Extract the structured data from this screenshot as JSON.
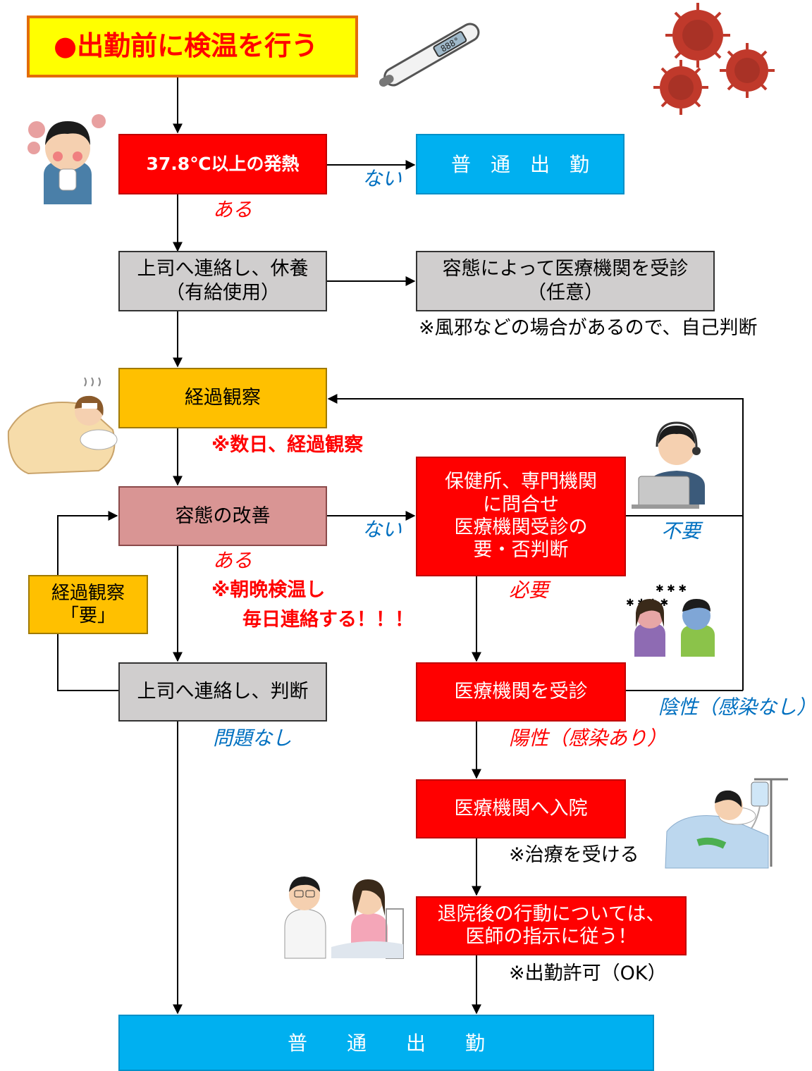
{
  "colors": {
    "red": "#ff0000",
    "gray": "#d0cece",
    "blue": "#00b0f0",
    "orange": "#ffc000",
    "pink": "#d99594",
    "yellow": "#ffff00",
    "label_blue": "#0070c0"
  },
  "title": "●出勤前に検温を行う",
  "nodes": {
    "fever": "37.8℃以上の発熱",
    "normal_work_top": "普　通　出　勤",
    "contact_rest_line1": "上司へ連絡し、休養",
    "contact_rest_line2": "（有給使用）",
    "clinic_line1": "容態によって医療機関を受診",
    "clinic_line2": "（任意）",
    "observe": "経過観察",
    "improve": "容態の改善",
    "inquiry": "保健所、専門機関\nに問合せ\n医療機関受診の\n要・否判断",
    "observe_needed": "経過観察\n「要」",
    "contact_judge": "上司へ連絡し、判断",
    "visit_hospital": "医療機関を受診",
    "hospitalize": "医療機関へ入院",
    "after_discharge": "退院後の行動については、\n医師の指示に従う！",
    "normal_work_bottom": "普　　通　　出　　勤"
  },
  "labels": {
    "nai_1": "ない",
    "aru_1": "ある",
    "cold_note": "※風邪などの場合があるので、自己判断",
    "days_note": "※数日、経過観察",
    "nai_2": "ない",
    "fuyou": "不要",
    "aru_2": "ある",
    "morning_evening_1": "※朝晩検温し",
    "morning_evening_2": "毎日連絡する！！！",
    "hitsuyou": "必要",
    "negative": "陰性（感染なし）",
    "no_problem": "問題なし",
    "positive": "陽性（感染あり）",
    "treatment": "※治療を受ける",
    "work_permit": "※出勤許可（OK）"
  },
  "illustrations": [
    "thermometer-icon",
    "virus-icon",
    "fever-person-icon",
    "sick-in-bed-icon",
    "call-center-operator-icon",
    "coughing-people-icon",
    "hospital-bed-patient-icon",
    "doctor-and-patient-icon"
  ]
}
